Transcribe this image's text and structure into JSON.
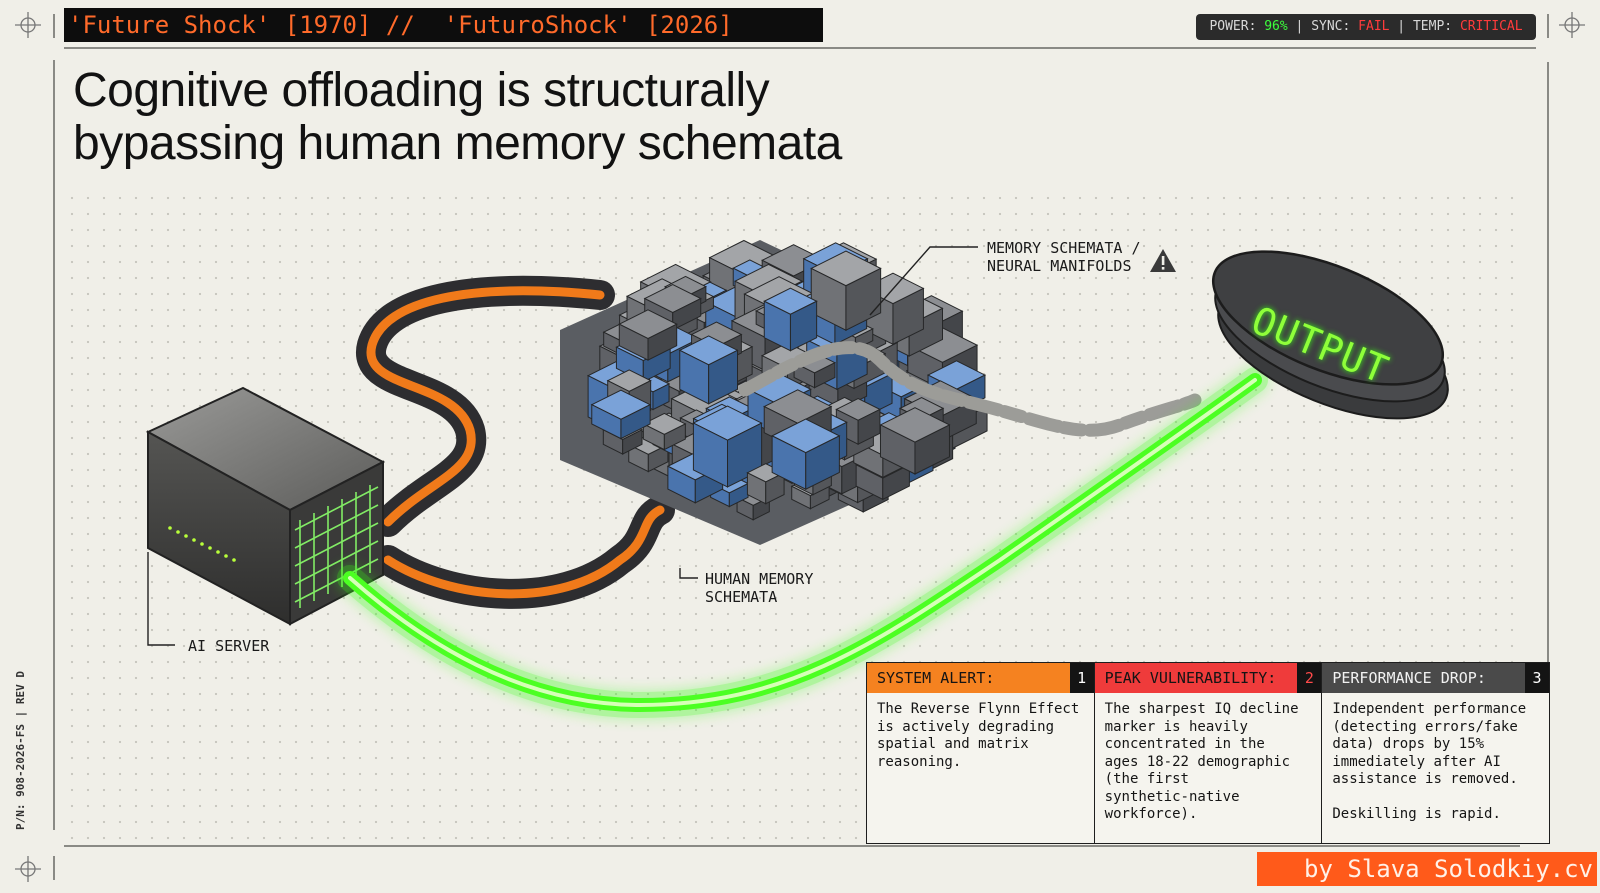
{
  "header": {
    "title": "'Future Shock' [1970] //  'FuturoShock' [2026]",
    "status": {
      "power_label": "POWER: ",
      "power_value": "96%",
      "sync_label": " | SYNC: ",
      "sync_value": "FAIL",
      "temp_label": " | TEMP: ",
      "temp_value": "CRITICAL"
    }
  },
  "main": {
    "title_line1": "Cognitive offloading is structurally",
    "title_line2": "bypassing human memory schemata"
  },
  "side_text": "P/N: 908-2026-FS | REV D",
  "diagram": {
    "label_memory_schemata": "MEMORY SCHEMATA /\nNEURAL MANIFOLDS",
    "label_human_memory": "HUMAN MEMORY\nSCHEMATA",
    "label_ai_server": "AI SERVER",
    "output_text": "OUTPUT"
  },
  "panels": [
    {
      "title": "SYSTEM ALERT:",
      "number": "1",
      "body": "The Reverse Flynn Effect\nis actively degrading\nspatial and matrix\nreasoning."
    },
    {
      "title": "PEAK VULNERABILITY:",
      "number": "2",
      "body": "The sharpest IQ decline\nmarker is heavily\nconcentrated in the\nages 18-22 demographic\n(the first\nsynthetic-native\nworkforce)."
    },
    {
      "title": "PERFORMANCE DROP:",
      "number": "3",
      "body": "Independent performance\n(detecting errors/fake\ndata) drops by 15%\nimmediately after AI\nassistance is removed.\n\nDeskilling is rapid."
    }
  ],
  "byline": "by Slava Solodkiy.cv",
  "colors": {
    "accent_orange": "#f58220",
    "alert_red": "#ef3b3b",
    "glow_green": "#39ff14",
    "background": "#f0efe8"
  }
}
